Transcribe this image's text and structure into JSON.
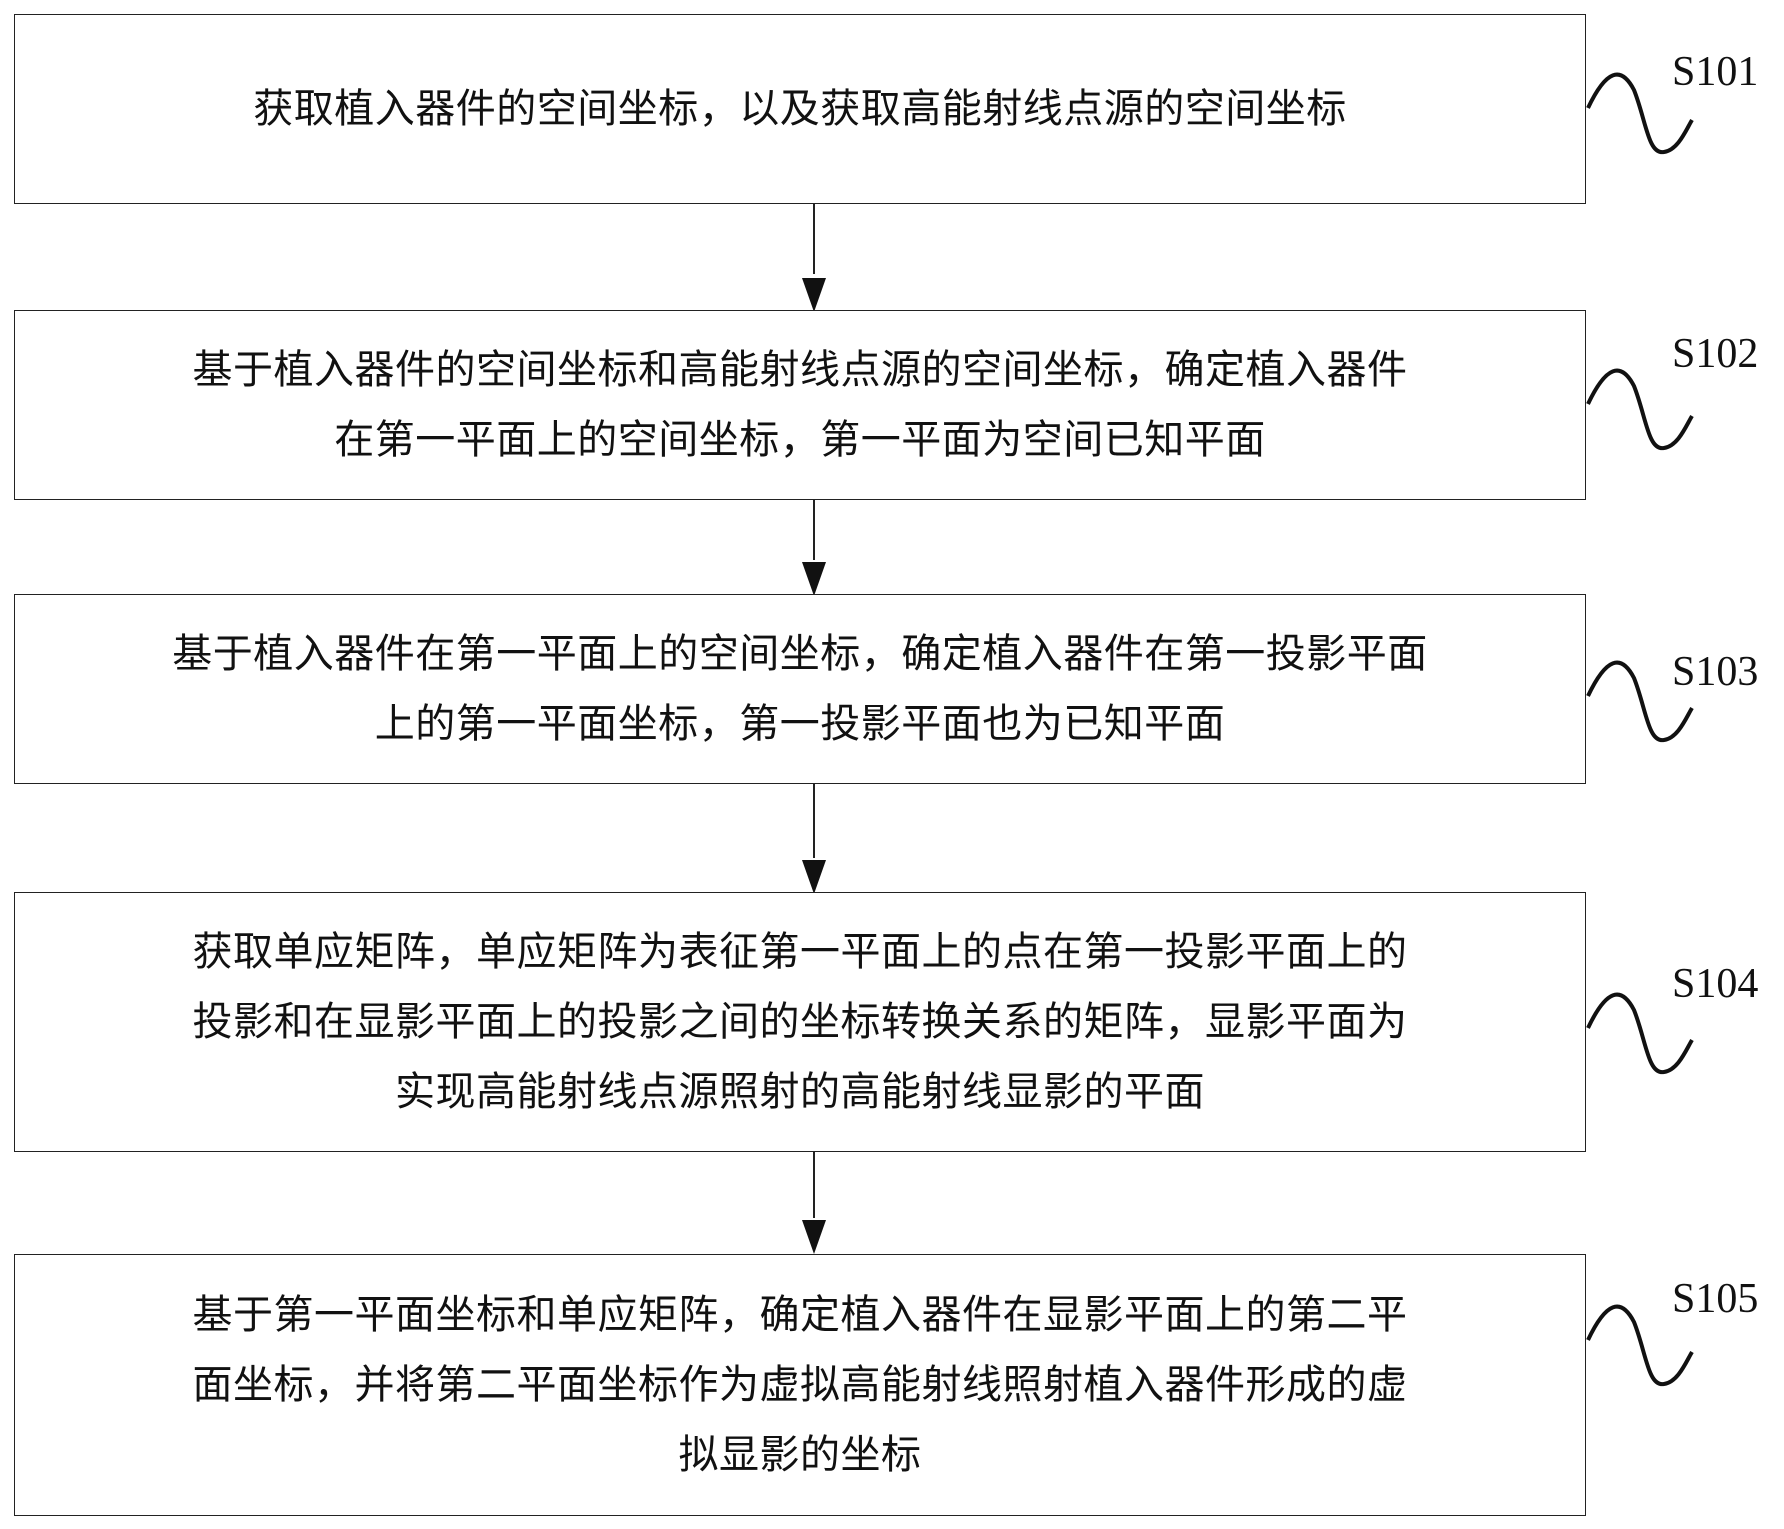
{
  "steps": [
    {
      "id": "S101",
      "lines": [
        "获取植入器件的空间坐标，以及获取高能射线点源的空间坐标"
      ]
    },
    {
      "id": "S102",
      "lines": [
        "基于植入器件的空间坐标和高能射线点源的空间坐标，确定植入器件",
        "在第一平面上的空间坐标，第一平面为空间已知平面"
      ]
    },
    {
      "id": "S103",
      "lines": [
        "基于植入器件在第一平面上的空间坐标，确定植入器件在第一投影平面",
        "上的第一平面坐标，第一投影平面也为已知平面"
      ]
    },
    {
      "id": "S104",
      "lines": [
        "获取单应矩阵，单应矩阵为表征第一平面上的点在第一投影平面上的",
        "投影和在显影平面上的投影之间的坐标转换关系的矩阵，显影平面为",
        "实现高能射线点源照射的高能射线显影的平面"
      ]
    },
    {
      "id": "S105",
      "lines": [
        "基于第一平面坐标和单应矩阵，确定植入器件在显影平面上的第二平",
        "面坐标，并将第二平面坐标作为虚拟高能射线照射植入器件形成的虚",
        "拟显影的坐标"
      ]
    }
  ]
}
